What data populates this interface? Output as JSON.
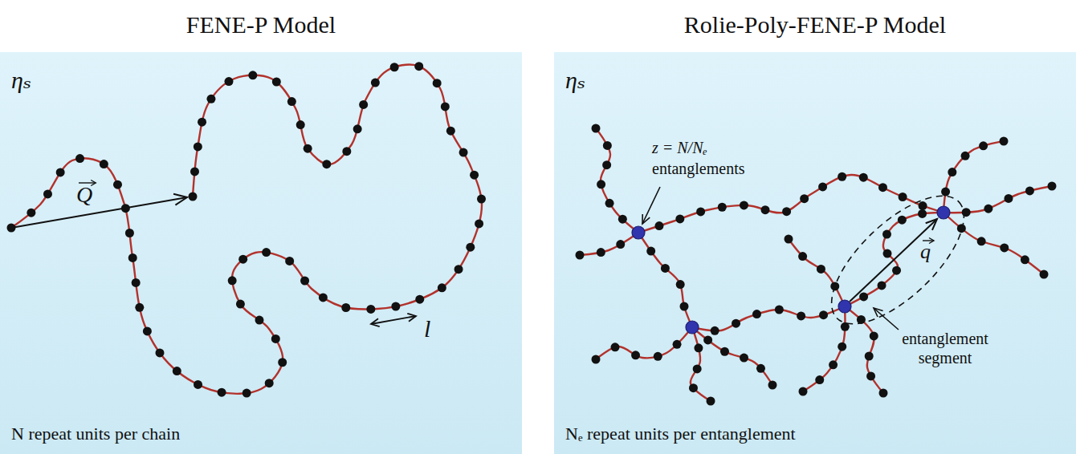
{
  "diagram": {
    "nodes": [
      {
        "text": [
          "FENE-P Model"
        ]
      },
      {
        "text": [
          "Rolie-Poly-FENE-P Model"
        ]
      }
    ],
    "labels": [
      "ηₛ",
      "Q",
      "l",
      "N repeat units per chain",
      "ηₛ",
      "z = N/Nₑ",
      "entanglements",
      "q",
      "entanglement segment",
      "Nₑ repeat units per entanglement"
    ]
  }
}
